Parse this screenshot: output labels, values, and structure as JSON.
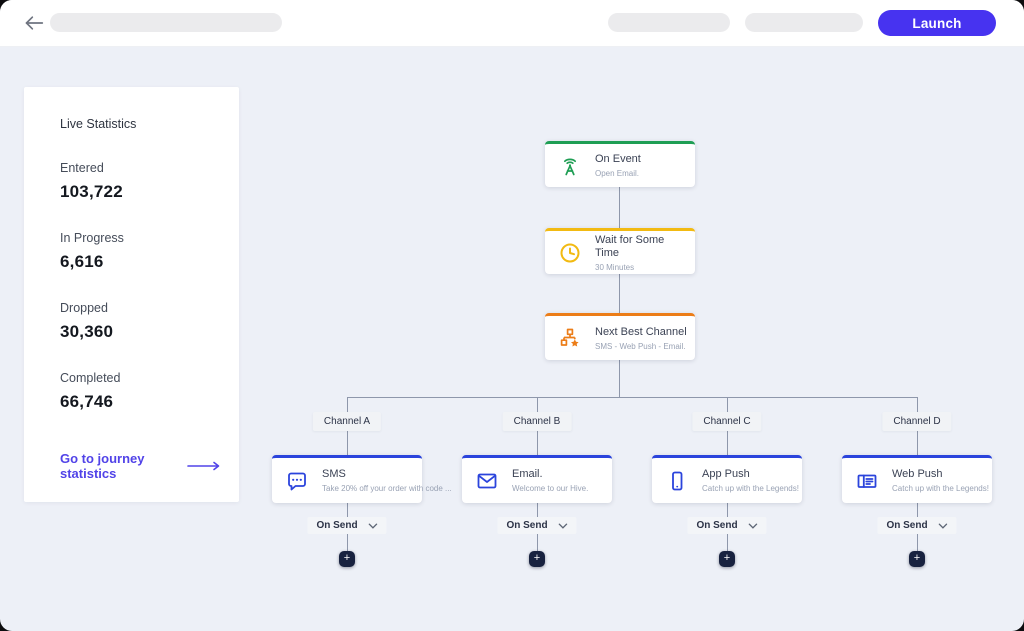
{
  "topbar": {
    "launch_label": "Launch",
    "launch_bg": "#4733f0"
  },
  "stats_panel": {
    "title": "Live Statistics",
    "stats": [
      {
        "label": "Entered",
        "value": "103,722"
      },
      {
        "label": "In Progress",
        "value": "6,616"
      },
      {
        "label": "Dropped",
        "value": "30,360"
      },
      {
        "label": "Completed",
        "value": "66,746"
      }
    ],
    "link_label": "Go to journey statistics"
  },
  "flow": {
    "top_nodes": [
      {
        "title": "On Event",
        "subtitle": "Open Email.",
        "icon": "antenna-broadcast-icon",
        "accent": "#1f9e54"
      },
      {
        "title": "Wait for Some Time",
        "subtitle": "30 Minutes",
        "icon": "clock-icon",
        "accent": "#f2ba12"
      },
      {
        "title": "Next Best Channel",
        "subtitle": "SMS - Web Push - Email.",
        "icon": "hierarchy-star-icon",
        "accent": "#ec7d18"
      }
    ],
    "branches": [
      {
        "label": "Channel A",
        "title": "SMS",
        "subtitle": "Take 20% off your order with code ...",
        "icon": "sms-bubble-icon",
        "accent": "#2b44dc",
        "dropdown": "On Send",
        "add_label": "+"
      },
      {
        "label": "Channel B",
        "title": "Email.",
        "subtitle": "Welcome to our Hive.",
        "icon": "envelope-icon",
        "accent": "#2b44dc",
        "dropdown": "On Send",
        "add_label": "+"
      },
      {
        "label": "Channel C",
        "title": "App Push",
        "subtitle": "Catch up with the Legends!",
        "icon": "smartphone-icon",
        "accent": "#2b44dc",
        "dropdown": "On Send",
        "add_label": "+"
      },
      {
        "label": "Channel D",
        "title": "Web Push",
        "subtitle": "Catch up with the Legends!",
        "icon": "browser-window-icon",
        "accent": "#2b44dc",
        "dropdown": "On Send",
        "add_label": "+"
      }
    ]
  },
  "colors": {
    "canvas_bg": "#edf0f7",
    "line": "#8e97ab",
    "link": "#5143e8",
    "plus_bg": "#18223f"
  }
}
